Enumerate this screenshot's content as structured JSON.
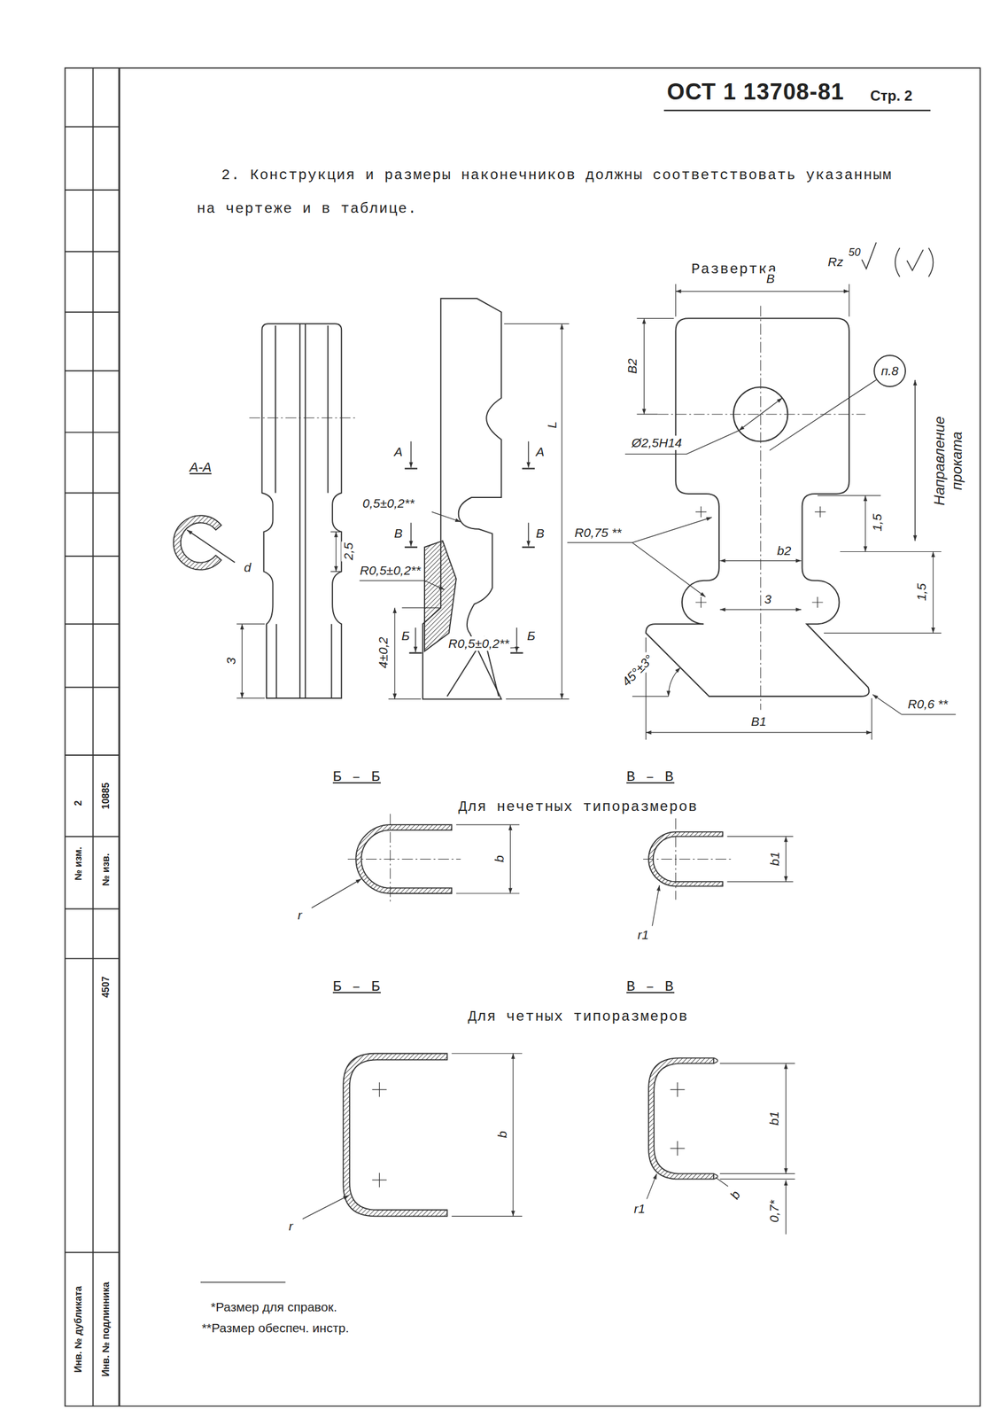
{
  "diagram": {
    "nodes": [
      {
        "text": [
          "п.8"
        ]
      }
    ],
    "labels": [
      "ОСТ 1 13708-81",
      "Стр. 2",
      "2. Конструкция и размеры наконечников должны соответствовать указанным на чертеже и в таблице.",
      "Развертка",
      "Rz",
      "50",
      "A-A",
      "d",
      "A",
      "A",
      "0,5±0,2**",
      "В",
      "В",
      "2,5",
      "R0,5±0,2**",
      "4±0,2",
      "Б",
      "Б",
      "R0,5±0,2**",
      "3",
      "L",
      "B",
      "B2",
      "Ø2,5H14",
      "Направление проката",
      "1,5",
      "1,5",
      "R0,75 **",
      "b2",
      "3",
      "45°±3°",
      "B1",
      "R0,6 **",
      "Б – Б",
      "В – В",
      "Для нечетных типоразмеров",
      "r",
      "b",
      "r1",
      "b1",
      "Б – Б",
      "В – В",
      "Для четных типоразмеров",
      "b",
      "r",
      "r1",
      "b",
      "b1",
      "0,7*",
      "*Размер для справок.",
      "**Размер обеспеч. инстр.",
      "№ изм.",
      "2",
      "№ изв.",
      "10885",
      "Инв. № дубликата",
      "Инв. № подлинника",
      "4507"
    ]
  }
}
